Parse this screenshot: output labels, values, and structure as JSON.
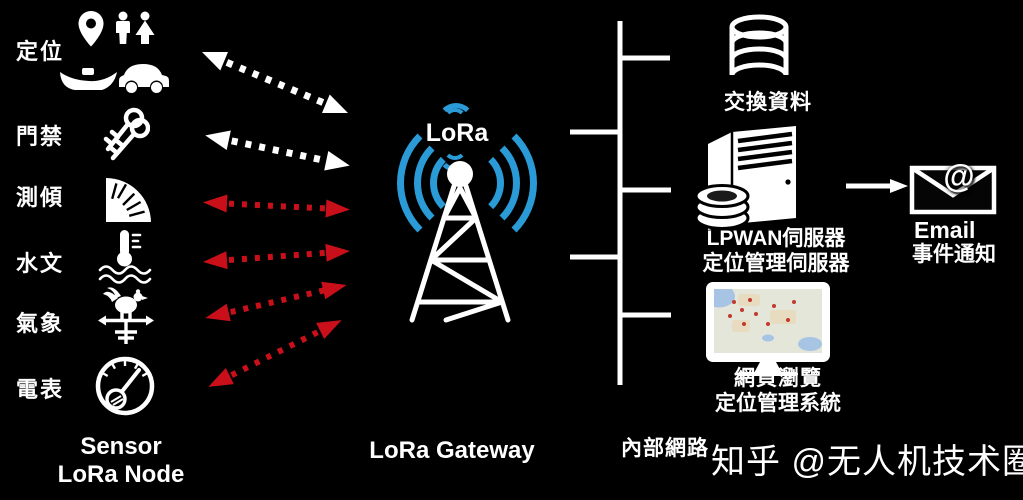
{
  "colors": {
    "background": "#000000",
    "lora_blue": "#2b9bd8",
    "arrow_red": "#c9101a",
    "white": "#ffffff",
    "map_bg": "#e3e6d8",
    "map_water": "#a8c4e4",
    "map_marker": "#c23a2e"
  },
  "sensors": [
    {
      "label": "定位",
      "icons": [
        "location-pin-icon",
        "people-icon",
        "boat-icon",
        "car-icon"
      ]
    },
    {
      "label": "門禁",
      "icons": [
        "keys-icon"
      ]
    },
    {
      "label": "測傾",
      "icons": [
        "tilt-protractor-icon"
      ]
    },
    {
      "label": "水文",
      "icons": [
        "water-thermometer-icon"
      ]
    },
    {
      "label": "氣象",
      "icons": [
        "weather-vane-icon"
      ]
    },
    {
      "label": "電表",
      "icons": [
        "power-meter-icon"
      ]
    }
  ],
  "arrows": {
    "white_dotted_double": 2,
    "red_dotted_double": 4
  },
  "gateway": {
    "icon": "radio-tower-icon",
    "logo_text": "LoRa",
    "caption": "LoRa Gateway"
  },
  "node_caption": {
    "line1": "Sensor",
    "line2": "LoRa Node"
  },
  "backhaul": {
    "caption": "內部網路"
  },
  "exchange": {
    "icon": "database-icon",
    "caption": "交換資料"
  },
  "server": {
    "icon": "server-icon",
    "line1": "LPWAN伺服器",
    "line2": "定位管理伺服器"
  },
  "email": {
    "icon": "envelope-icon",
    "at_symbol": "@",
    "title": "Email",
    "subtitle": "事件通知"
  },
  "browser": {
    "icon": "monitor-map-icon",
    "line1": "網頁瀏覽",
    "line2": "定位管理系統"
  },
  "watermark": "知乎 @无人机技术圈"
}
